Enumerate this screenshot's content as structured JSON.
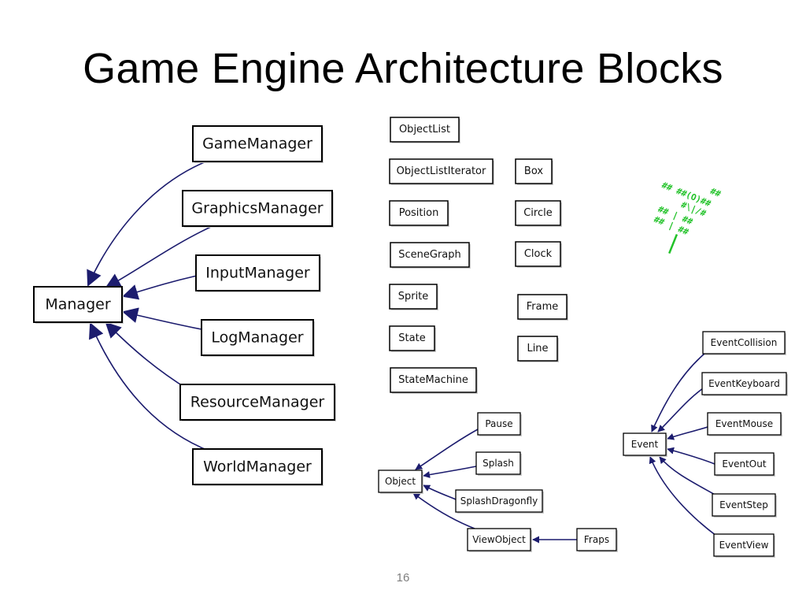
{
  "slide": {
    "title": "Game Engine Architecture Blocks",
    "page_number": "16"
  },
  "colors": {
    "arrow": "#1c1c6e",
    "box_border": "#000000",
    "logo": "#22c229",
    "page_number": "#7f7f7f"
  },
  "managers": {
    "base": "Manager",
    "subclasses": [
      "GameManager",
      "GraphicsManager",
      "InputManager",
      "LogManager",
      "ResourceManager",
      "WorldManager"
    ]
  },
  "standalone": {
    "column_a": [
      "ObjectList",
      "ObjectListIterator",
      "Position",
      "SceneGraph",
      "Sprite",
      "State",
      "StateMachine"
    ],
    "column_b": [
      "Box",
      "Circle",
      "Clock",
      "Frame",
      "Line"
    ]
  },
  "objects": {
    "base": "Object",
    "subclasses": [
      "Pause",
      "Splash",
      "SplashDragonfly",
      "ViewObject"
    ],
    "view_child": "Fraps"
  },
  "events": {
    "base": "Event",
    "subclasses": [
      "EventCollision",
      "EventKeyboard",
      "EventMouse",
      "EventOut",
      "EventStep",
      "EventView"
    ]
  },
  "logo": {
    "icon": "dragonfly-ascii-icon",
    "lines": [
      "##",
      "##  ##(O)##",
      "#\\|/#",
      "##   |   ##",
      "##   |   ##"
    ]
  }
}
